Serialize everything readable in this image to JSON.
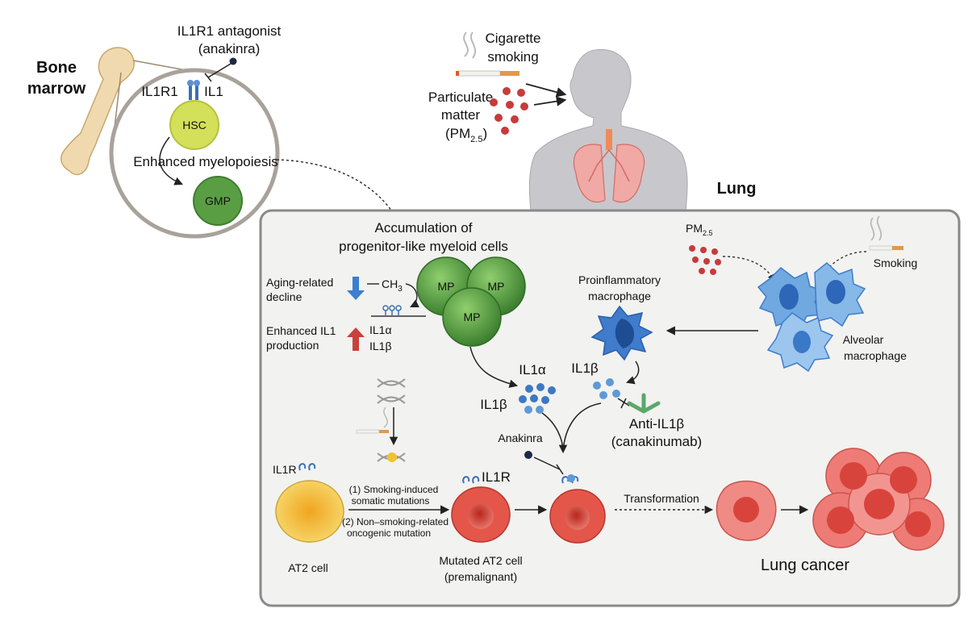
{
  "bone_marrow": {
    "title_line1": "Bone",
    "title_line2": "marrow",
    "antagonist_line1": "IL1R1 antagonist",
    "antagonist_line2": "(anakinra)",
    "receptor": "IL1R1",
    "ligand": "IL1",
    "hsc": "HSC",
    "myelopoiesis": "Enhanced myelopoiesis",
    "gmp": "GMP"
  },
  "exposure": {
    "cigarette_line1": "Cigarette",
    "cigarette_line2": "smoking",
    "pm_line1": "Particulate",
    "pm_line2": "matter",
    "pm_line3_open": "(PM",
    "pm_sub": "2.5",
    "pm_line3_close": ")"
  },
  "lung": {
    "title": "Lung",
    "accumulation_line1": "Accumulation of",
    "accumulation_line2": "progenitor-like myeloid cells",
    "mp": "MP",
    "aging_line1": "Aging-related",
    "aging_line2": "decline",
    "methyl": "CH",
    "methyl_sub": "3",
    "enhanced_line1": "Enhanced IL1",
    "enhanced_line2": "production",
    "il1a": "IL1α",
    "il1b": "IL1β",
    "pm_label": "PM",
    "pm_label_sub": "2.5",
    "smoking": "Smoking",
    "proinflam_line1": "Proinflammatory",
    "proinflam_line2": "macrophage",
    "alveolar_line1": "Alveolar",
    "alveolar_line2": "macrophage",
    "anti_line1": "Anti-IL1β",
    "anti_line2": "(canakinumab)",
    "anakinra": "Anakinra",
    "il1r": "IL1R",
    "mutation1_line1": "(1) Smoking-induced",
    "mutation1_line2": "somatic mutations",
    "mutation2_line1": "(2) Non–smoking-related",
    "mutation2_line2": "oncogenic mutation",
    "at2": "AT2 cell",
    "mutated_line1": "Mutated AT2 cell",
    "mutated_line2": "(premalignant)",
    "transformation": "Transformation",
    "cancer": "Lung cancer"
  },
  "colors": {
    "panel_fill": "#f2f2f0",
    "panel_stroke": "#8a8a8a",
    "mp_green": "#4f9a3f",
    "hsc_yellow": "#d4df5a",
    "gmp_green": "#5a9e44",
    "at2_yellow": "#f5cf4d",
    "cell_red": "#d9493b",
    "cytokine_blue": "#3d78c4",
    "macrophage_blue": "#3f7ccc",
    "arrow_up": "#c8413c",
    "arrow_down": "#3a7fd0"
  }
}
